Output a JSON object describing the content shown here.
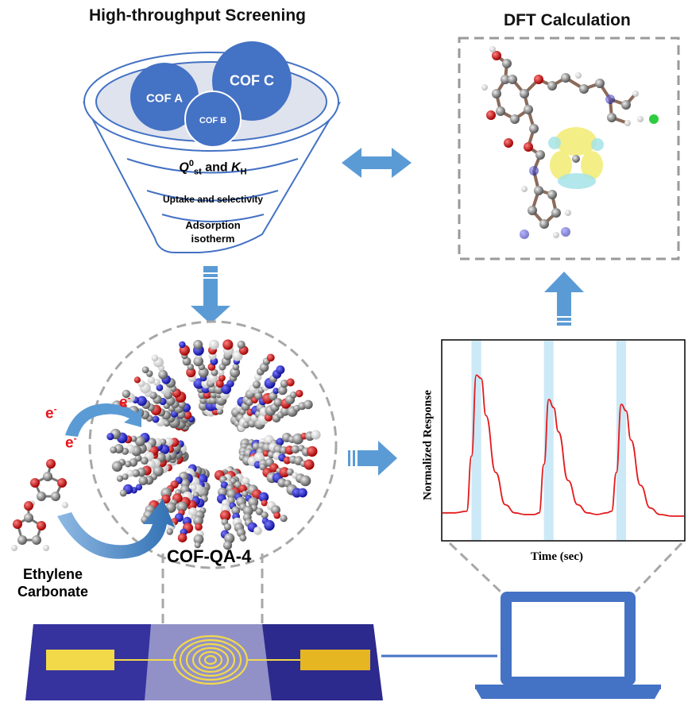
{
  "screening": {
    "title": "High-throughput Screening",
    "cof_a": "COF A",
    "cof_b": "COF B",
    "cof_c": "COF C",
    "level1_q": "Q",
    "level1_q_sup": "0",
    "level1_q_sub": "st",
    "level1_and": " and ",
    "level1_k": "K",
    "level1_k_sub": "H",
    "level2": "Uptake and selectivity",
    "level3_line1": "Adsorption",
    "level3_line2": "isotherm"
  },
  "dft": {
    "title": "DFT Calculation"
  },
  "material": {
    "name": "COF-QA-4",
    "electron": "e",
    "electron_sup": "-",
    "analyte_line1": "Ethylene",
    "analyte_line2": "Carbonate"
  },
  "chart_data": {
    "type": "line",
    "xlabel": "Time (sec)",
    "ylabel": "Normalized Response",
    "series": [
      {
        "x": [
          0,
          0.5,
          1.0,
          1.2,
          1.4,
          1.6,
          1.8,
          2.2,
          2.6,
          3.0,
          3.4,
          3.8,
          4.0,
          4.2,
          4.4,
          4.6,
          4.8,
          5.2,
          5.6,
          6.0,
          6.4,
          6.8,
          7.0,
          7.2,
          7.4,
          7.6,
          7.8,
          8.2,
          8.6,
          9.0,
          9.5,
          10.0
        ],
        "y": [
          0.05,
          0.05,
          0.06,
          0.4,
          0.9,
          0.88,
          0.65,
          0.3,
          0.1,
          0.05,
          0.04,
          0.04,
          0.05,
          0.35,
          0.75,
          0.7,
          0.55,
          0.25,
          0.1,
          0.05,
          0.04,
          0.05,
          0.06,
          0.3,
          0.72,
          0.68,
          0.5,
          0.22,
          0.08,
          0.04,
          0.03,
          0.03
        ]
      }
    ],
    "highlight_bands": [
      [
        1.2,
        1.6
      ],
      [
        4.2,
        4.6
      ],
      [
        7.2,
        7.6
      ]
    ],
    "xlim": [
      0,
      10
    ],
    "ylim": [
      0,
      1
    ],
    "line_color": "#e31a1c",
    "band_color": "#cce9f7"
  },
  "colors": {
    "cof_blue": "#4472c4",
    "arrow_blue": "#5b9bd5",
    "laptop_blue": "#4472c4",
    "sensor_dark": "#2c2a8c",
    "electrode_gold": "#f2c43d"
  }
}
